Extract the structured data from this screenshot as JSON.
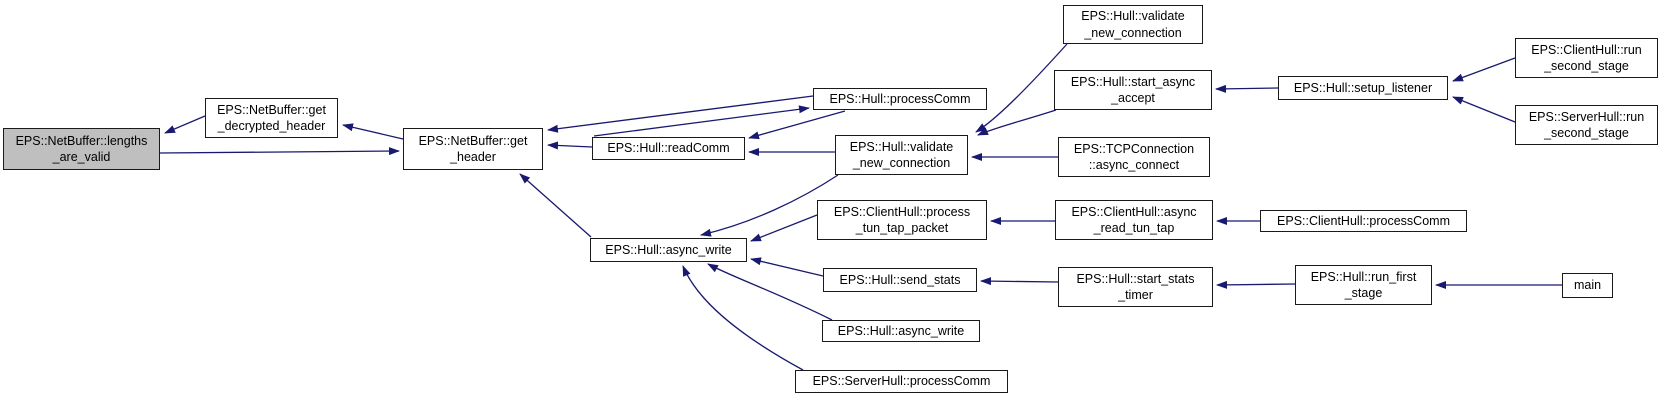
{
  "diagram": {
    "title": "caller graph",
    "type": "call-graph",
    "colors": {
      "background": "#ffffff",
      "edge": "#191970",
      "node_border": "#1a1a1a",
      "node_fill": "#ffffff",
      "current_node_fill": "#bfbfbf",
      "text": "#000000"
    },
    "nodes": {
      "lengths_are_valid": {
        "label": "EPS::NetBuffer::lengths\n_are_valid",
        "current": true
      },
      "get_decrypted_header": {
        "label": "EPS::NetBuffer::get\n_decrypted_header"
      },
      "get_header": {
        "label": "EPS::NetBuffer::get\n_header"
      },
      "readComm": {
        "label": "EPS::Hull::readComm"
      },
      "processComm": {
        "label": "EPS::Hull::processComm"
      },
      "validate_new_connection": {
        "label": "EPS::Hull::validate\n_new_connection"
      },
      "validate_new_connection_top": {
        "label": "EPS::Hull::validate\n_new_connection"
      },
      "async_write": {
        "label": "EPS::Hull::async_write"
      },
      "start_async_accept": {
        "label": "EPS::Hull::start_async\n_accept"
      },
      "tcp_async_connect": {
        "label": "EPS::TCPConnection\n::async_connect"
      },
      "process_tun_tap_packet": {
        "label": "EPS::ClientHull::process\n_tun_tap_packet"
      },
      "async_read_tun_tap": {
        "label": "EPS::ClientHull::async\n_read_tun_tap"
      },
      "clienthull_processComm": {
        "label": "EPS::ClientHull::processComm"
      },
      "send_stats": {
        "label": "EPS::Hull::send_stats"
      },
      "start_stats_timer": {
        "label": "EPS::Hull::start_stats\n_timer"
      },
      "run_first_stage": {
        "label": "EPS::Hull::run_first\n_stage"
      },
      "main": {
        "label": "main"
      },
      "hull_async_write": {
        "label": "EPS::Hull::async_write"
      },
      "serverhull_processComm": {
        "label": "EPS::ServerHull::processComm"
      },
      "setup_listener": {
        "label": "EPS::Hull::setup_listener"
      },
      "clienthull_run_second_stage": {
        "label": "EPS::ClientHull::run\n_second_stage"
      },
      "serverhull_run_second_stage": {
        "label": "EPS::ServerHull::run\n_second_stage"
      }
    },
    "edges": [
      {
        "from": "get_decrypted_header",
        "to": "lengths_are_valid"
      },
      {
        "from": "get_header",
        "to": "get_decrypted_header"
      },
      {
        "from": "lengths_are_valid",
        "to": "get_header"
      },
      {
        "from": "processComm",
        "to": "get_header"
      },
      {
        "from": "readComm",
        "to": "get_header"
      },
      {
        "from": "async_write",
        "to": "get_header"
      },
      {
        "from": "readComm",
        "to": "processComm"
      },
      {
        "from": "processComm",
        "to": "readComm"
      },
      {
        "from": "validate_new_connection",
        "to": "readComm"
      },
      {
        "from": "validate_new_connection",
        "to": "async_write"
      },
      {
        "from": "validate_new_connection_top",
        "to": "validate_new_connection"
      },
      {
        "from": "start_async_accept",
        "to": "validate_new_connection"
      },
      {
        "from": "tcp_async_connect",
        "to": "validate_new_connection"
      },
      {
        "from": "setup_listener",
        "to": "start_async_accept"
      },
      {
        "from": "clienthull_run_second_stage",
        "to": "setup_listener"
      },
      {
        "from": "serverhull_run_second_stage",
        "to": "setup_listener"
      },
      {
        "from": "process_tun_tap_packet",
        "to": "async_write"
      },
      {
        "from": "async_read_tun_tap",
        "to": "process_tun_tap_packet"
      },
      {
        "from": "clienthull_processComm",
        "to": "async_read_tun_tap"
      },
      {
        "from": "send_stats",
        "to": "async_write"
      },
      {
        "from": "start_stats_timer",
        "to": "send_stats"
      },
      {
        "from": "run_first_stage",
        "to": "start_stats_timer"
      },
      {
        "from": "main",
        "to": "run_first_stage"
      },
      {
        "from": "hull_async_write",
        "to": "async_write"
      },
      {
        "from": "serverhull_processComm",
        "to": "async_write"
      }
    ]
  }
}
